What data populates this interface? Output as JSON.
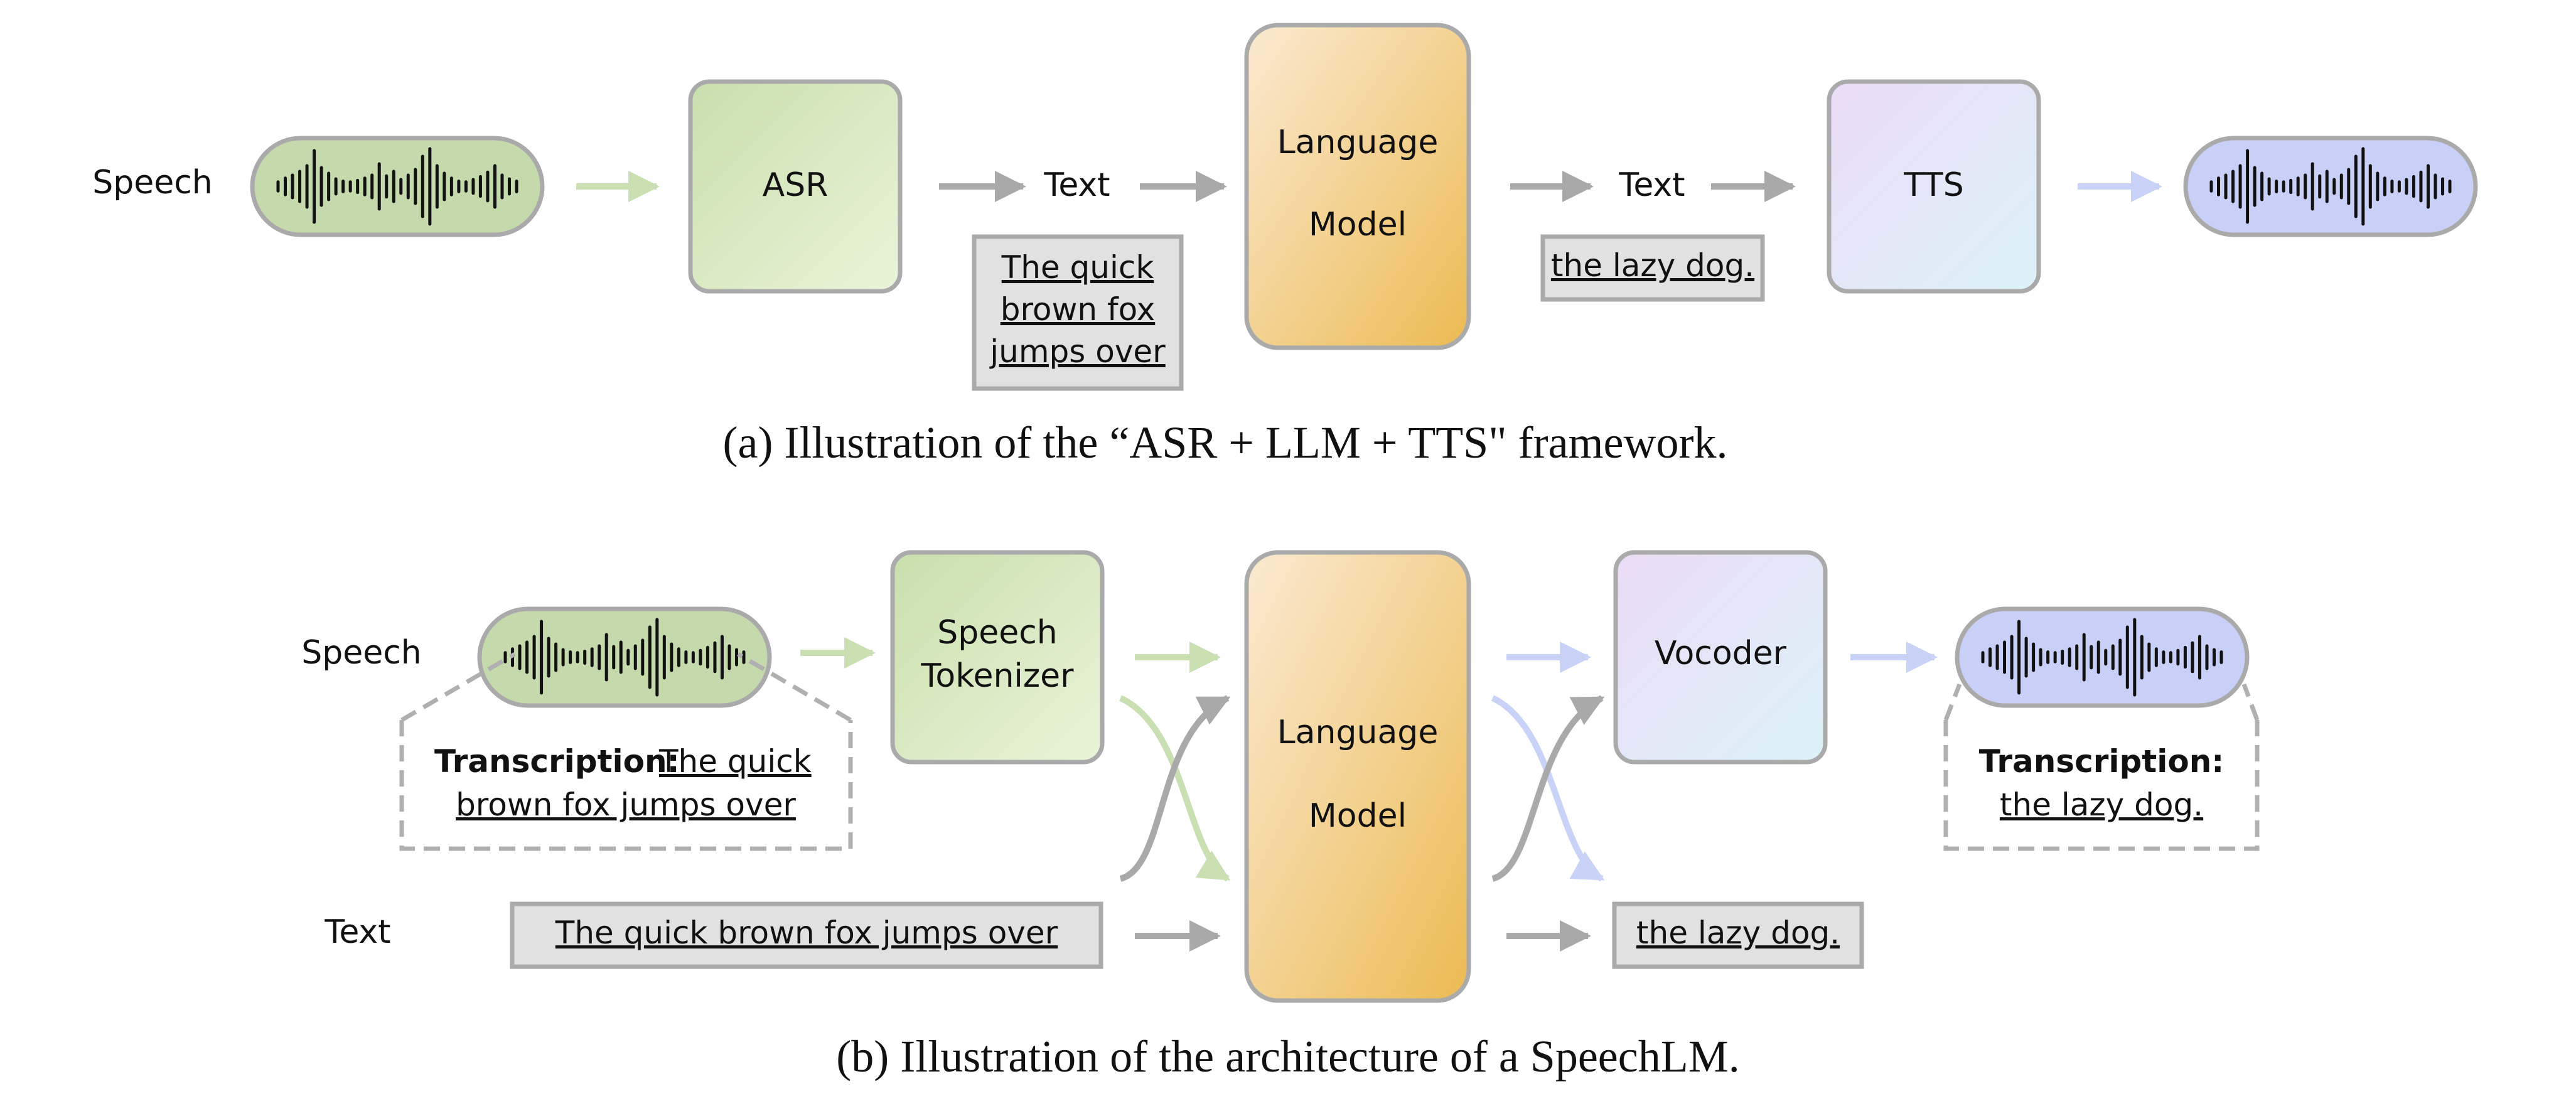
{
  "colors": {
    "green_start": "#c9dfad",
    "green_end": "#eaf4d9",
    "orange_start": "#fbead2",
    "orange_end": "#ebba52",
    "purple_start": "#ecdcf6",
    "purple_end": "#dbf2f8",
    "speech_green": "#c4d9ac",
    "speech_blue": "#c8d0f7",
    "box_stroke": "#aaaaaa",
    "text_box_fill": "#e1e1e1",
    "arrow_gray": "#a9a9a9",
    "arrow_green": "#cadfb2",
    "arrow_blue": "#c9d3f8",
    "dashed": "#b0b0b0"
  },
  "icons": {
    "waveform": "waveform-icon"
  },
  "pipeline": {
    "speech_label": "Speech",
    "asr_label": "ASR",
    "text_in_label": "Text",
    "text_in_content": [
      "The quick",
      "brown fox",
      "jumps over"
    ],
    "lm_label_line1": "Language",
    "lm_label_line2": "Model",
    "text_out_label": "Text",
    "text_out_content": "the lazy dog.",
    "tts_label": "TTS",
    "caption": "(a) Illustration of the “ASR + LLM + TTS\" framework."
  },
  "speechlm": {
    "speech_label": "Speech",
    "text_label": "Text",
    "tokenizer_line1": "Speech",
    "tokenizer_line2": "Tokenizer",
    "lm_label_line1": "Language",
    "lm_label_line2": "Model",
    "vocoder_label": "Vocoder",
    "input_transcription_prefix": "Transcription:",
    "input_transcription_line1": "The quick",
    "input_transcription_line2": "brown fox jumps over",
    "text_input": "The quick brown fox jumps over",
    "text_output": "the lazy dog.",
    "output_transcription_prefix": "Transcription:",
    "output_transcription_text": "the lazy dog.",
    "caption": "(b) Illustration of the architecture of a SpeechLM."
  }
}
